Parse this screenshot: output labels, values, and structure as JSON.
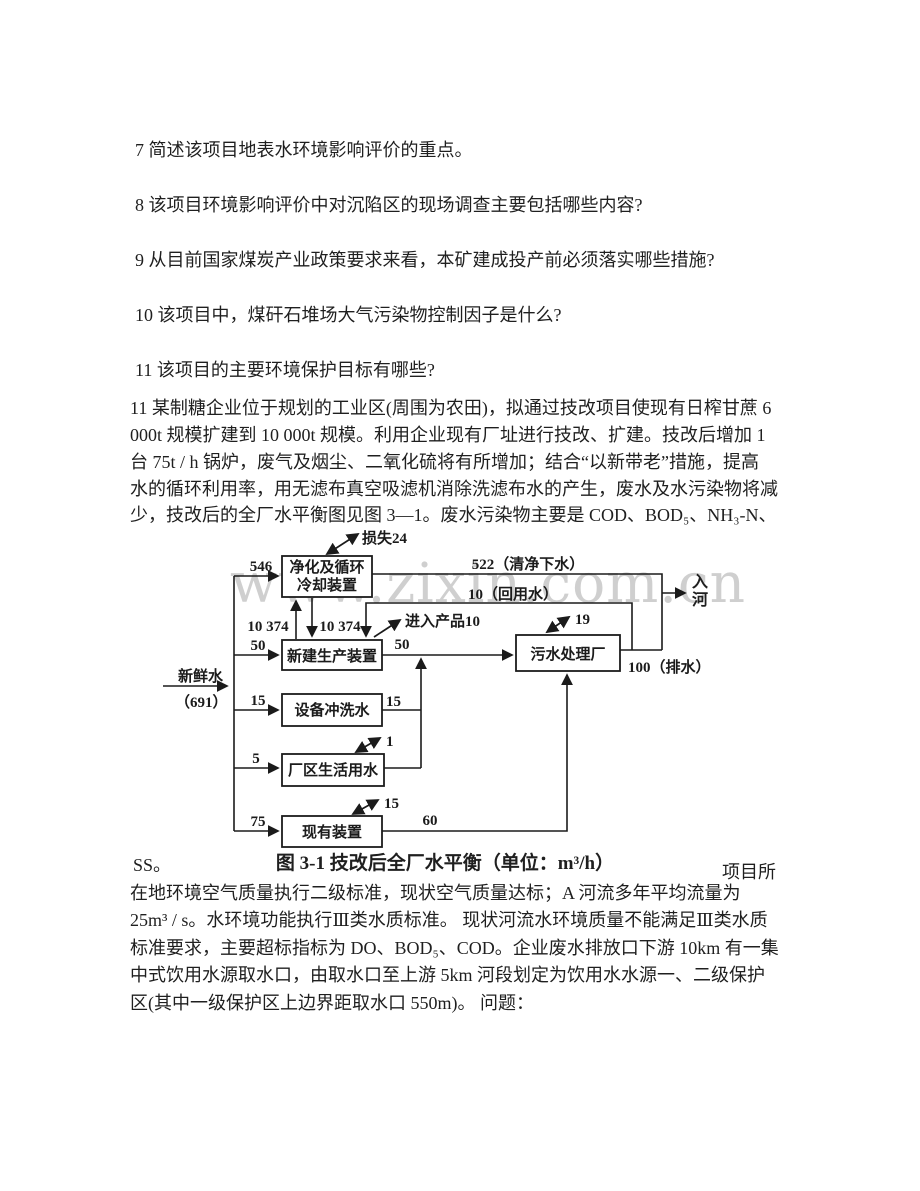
{
  "page": {
    "background": "#ffffff",
    "text_color": "#1f1f1f",
    "watermark_color": "#c4c4c4"
  },
  "watermark": "www.zixin.com.cn",
  "questions": [
    "7 简述该项目地表水环境影响评价的重点。",
    "8 该项目环境影响评价中对沉陷区的现场调查主要包括哪些内容?",
    "9 从目前国家煤炭产业政策要求来看，本矿建成投产前必须落实哪些措施?",
    "10 该项目中，煤矸石堆场大气污染物控制因子是什么?",
    "11 该项目的主要环境保护目标有哪些?"
  ],
  "paragraph_lines": [
    "11 某制糖企业位于规划的工业区(周围为农田)，拟通过技改项目使现有日榨甘蔗 6",
    "000t 规模扩建到 10 000t 规模。利用企业现有厂址进行技改、扩建。技改后增加 1",
    "台 75t / h 锅炉，废气及烟尘、二氧化硫将有所增加；结合“以新带老”措施，提高",
    "水的循环利用率，用无滤布真空吸滤机消除洗滤布水的产生，废水及水污染物将减",
    "少，技改后的全厂水平衡图见图 3—1。废水污染物主要是 COD、BOD₅、NH₃-N、"
  ],
  "figure": {
    "caption": "图 3-1  技改后全厂水平衡（单位：m³/h）",
    "pre_caption_text": "SS。",
    "post_caption_text": "项目所",
    "boxes": {
      "purify_line1": "净化及循环",
      "purify_line2": "冷却装置",
      "new_production": "新建生产装置",
      "equipment_rinse": "设备冲洗水",
      "domestic_water": "厂区生活用水",
      "existing_unit": "现有装置",
      "sewage_plant": "污水处理厂"
    },
    "flows": {
      "fresh_water_label": "新鲜水",
      "fresh_water_value": "（691）",
      "to_purify": "546",
      "to_new_production": "50",
      "to_equipment_rinse": "15",
      "to_domestic": "5",
      "to_existing": "75",
      "loss_top": "损失24",
      "circulation_left": "10 374",
      "circulation_right": "10 374",
      "clean_effluent": "522（清净下水）",
      "reuse_water": "10（回用水）",
      "to_product": "进入产品10",
      "new_production_out": "50",
      "equipment_rinse_out": "15",
      "domestic_loss": "1",
      "existing_loss": "15",
      "existing_out": "60",
      "sewage_loss": "19",
      "discharge": "100（排水）",
      "to_river": "入河"
    }
  },
  "bottom_lines": [
    "在地环境空气质量执行二级标准，现状空气质量达标；A 河流多年平均流量为",
    "25m³ / s。水环境功能执行Ⅲ类水质标准。 现状河流水环境质量不能满足Ⅲ类水质",
    "标准要求，主要超标指标为 DO、BOD₅、COD。企业废水排放口下游 10km 有一集",
    "中式饮用水源取水口，由取水口至上游 5km 河段划定为饮用水水源一、二级保护",
    "区(其中一级保护区上边界距取水口 550m)。 问题："
  ]
}
